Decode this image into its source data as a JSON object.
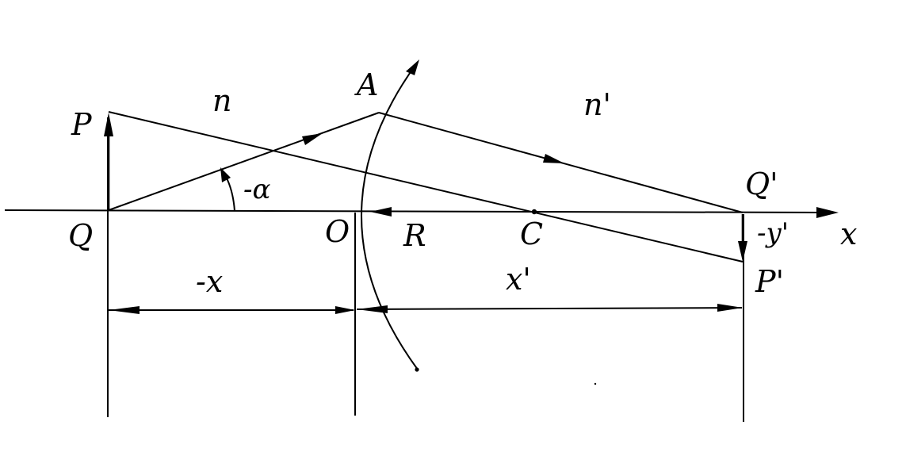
{
  "labels": {
    "P": "P",
    "n": "n",
    "A": "A",
    "n_prime": "n'",
    "Q_prime": "Q'",
    "minus_alpha": "-α",
    "Q": "Q",
    "O": "O",
    "R": "R",
    "C": "C",
    "x_axis": "x",
    "minus_y_prime": "-y'",
    "minus_x": "-x",
    "x_prime": "x'",
    "P_prime": "P'"
  },
  "colors": {
    "ink": "#000000",
    "background": "#ffffff"
  }
}
